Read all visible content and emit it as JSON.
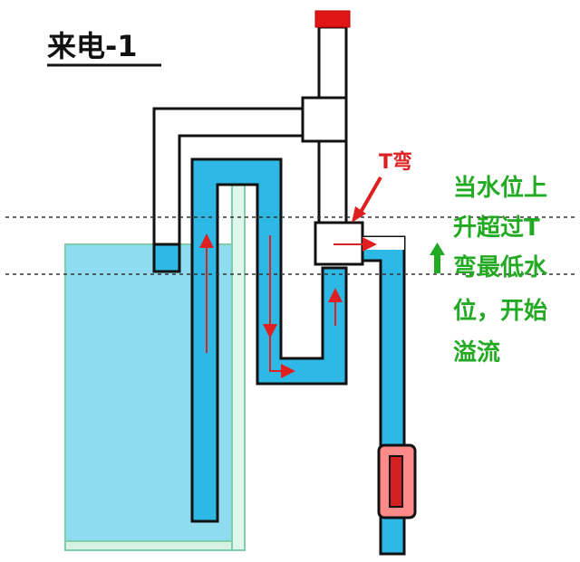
{
  "title": "来电-1",
  "t_label": "T弯",
  "note_lines": [
    "当水位上",
    "升超过T",
    "弯最低水",
    "位，开始",
    "溢流"
  ],
  "colors": {
    "water": "#2eb8e6",
    "tank_fill": "#8fdcf0",
    "tank_stroke": "#7ecfa9",
    "pipe_stroke": "#111111",
    "arrow_red": "#e02020",
    "note_green": "#22aa22",
    "valve_pink": "#ff8a8a",
    "valve_red": "#d42020",
    "cap_red": "#e01515"
  }
}
